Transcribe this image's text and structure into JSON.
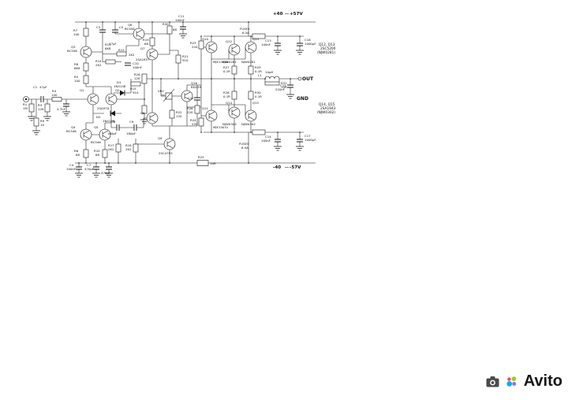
{
  "s": {
    "rail_top_a": "+40",
    "rail_top_b": "+57V",
    "rail_bot_a": "-40",
    "rail_bot_b": "-57V",
    "out": "OUT",
    "gnd": "GND",
    "fuse_name": "FUSE5",
    "fuse_val": "6.5A",
    "note_top_1": "Q12, Q13",
    "note_top_2": "2SC5200",
    "note_top_3": "(NJW0281)",
    "note_bot_1": "Q14, Q15",
    "note_bot_2": "2SA1943",
    "note_bot_3": "(NJW0302)",
    "r1": "R1",
    "r1v": "1M",
    "r3": "R3",
    "r3v": "12K",
    "r4": "R4",
    "r4v": "100",
    "r5": "R5",
    "r5v": "100",
    "r6": "R6",
    "r6v": "68",
    "r7": "R7",
    "r7v": "100",
    "r8": "R8",
    "r8v": "6K8",
    "r9": "R9",
    "r9v": "10",
    "r10": "R10",
    "r10v": "68",
    "r11": "R11",
    "r11v": "6K8",
    "r13": "R13",
    "r13v": "2K2",
    "r14": "R14",
    "r14v": "2K2",
    "r15": "R15",
    "r15v": "910",
    "r16": "R16",
    "r16v": "12K",
    "r17": "R17",
    "r17v": "2K2",
    "r18": "R18",
    "r18v": "2K2",
    "r19": "R19",
    "r19v": "68",
    "r20": "R20",
    "r20v": "68",
    "r21": "R21",
    "r21v": "910",
    "r22": "R22",
    "r22v": "120",
    "r23": "R23",
    "r23v": "220",
    "r24": "R24",
    "r24v": "220",
    "r25": "R25",
    "r25v": "10R",
    "r26": "R26",
    "r26v": "220",
    "r27": "R27",
    "r27v": "0.1R",
    "r28": "R28",
    "r28v": "0.1R",
    "r29": "R29",
    "r29v": "0.1R",
    "r30": "R30",
    "r30v": "0.1R",
    "r31": "R31",
    "r31v": "10R",
    "c1": "C1",
    "c1v": "47µF",
    "c2v": "4.7nF",
    "c3": "C3",
    "c4": "C4",
    "c4v": "100nF",
    "c5": "C5",
    "c5v": "47µF",
    "c6": "C6",
    "c6v": "180pF",
    "c7": "C7",
    "c7v": "470µF",
    "c8v": "470µF",
    "c9": "C9",
    "c9v": "180pF",
    "c10": "C10",
    "c10v": "100nF",
    "c11": "C11",
    "c11v": "100nF",
    "c12": "C12",
    "c13": "C13",
    "c13v": "100nF",
    "c14": "C14",
    "c14v": "100nF",
    "c15": "C15",
    "c15v": "220nF",
    "c16": "C16",
    "c16v": "1000µF",
    "c17": "C17",
    "c17v": "1000µF",
    "l1": "L1",
    "l1v": "10µH",
    "vr1": "VR1",
    "vr1v": "1k",
    "d1": "D1",
    "d1v": "1N4148",
    "d2": "D2",
    "d2v": "1N4148",
    "q1": "Q1",
    "q1v": "2SA970",
    "q2": "Q2",
    "q3": "Q3",
    "q3v": "BC556",
    "q4": "Q4",
    "q4v": "BC546",
    "q5": "Q5",
    "q5v": "BC546",
    "q6": "Q6",
    "q7": "Q7",
    "q7v": "2SA1837",
    "q8": "Q8",
    "q8v": "BC556",
    "q9": "Q9",
    "q9v": "2SC4793",
    "q10": "Q10",
    "q10v": "MJE15030",
    "q11": "Q11",
    "q11v": "MJE15031",
    "q12": "Q12",
    "q12v": "NJW0281",
    "q13": "Q13",
    "q13v": "NJW0281",
    "q14": "Q14",
    "q14v": "NJW0302",
    "q15": "Q15",
    "q15v": "NJW0302",
    "q16": "Q16",
    "q16v": "BD139"
  },
  "wm": {
    "brand": "Avito",
    "camera_icon": "camera",
    "logo_colors": {
      "red": "#ff4053",
      "green": "#97cf26",
      "blue": "#00aaff",
      "purple": "#a169f7"
    }
  }
}
